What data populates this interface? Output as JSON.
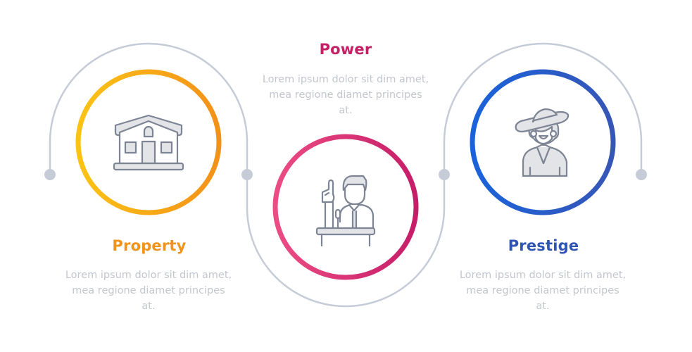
{
  "colors": {
    "connector": "#c5ccd8",
    "icon_stroke": "#7d8594",
    "icon_fill": "#e3e4e7",
    "description_text": "#c3c6cc"
  },
  "steps": [
    {
      "title": "Property",
      "title_color": "#f0931b",
      "ring_gradient": [
        "#fbc314",
        "#f39119"
      ],
      "icon": "house-icon",
      "description": "Lorem ipsum dolor sit dim amet, mea regione diamet principes at."
    },
    {
      "title": "Power",
      "title_color": "#c42065",
      "ring_gradient": [
        "#ec4c84",
        "#c61d68"
      ],
      "icon": "speaker-at-podium-icon",
      "description": "Lorem ipsum dolor sit dim amet, mea regione diamet principes at."
    },
    {
      "title": "Prestige",
      "title_color": "#2f55b4",
      "ring_gradient": [
        "#1a62db",
        "#3656b6"
      ],
      "icon": "lady-with-hat-icon",
      "description": "Lorem ipsum dolor sit dim amet, mea regione diamet principes at."
    }
  ]
}
